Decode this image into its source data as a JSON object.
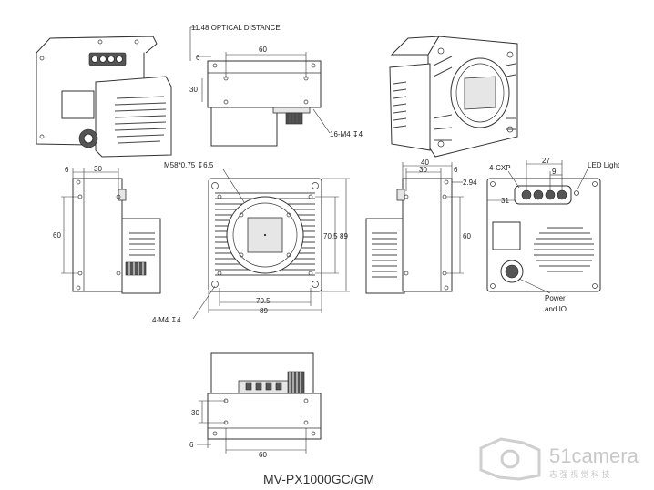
{
  "model": "MV-PX1000GC/GM",
  "watermark": {
    "brand": "51camera",
    "subtitle": "志 强 视 觉 科 技"
  },
  "dims": {
    "optical_distance": "11.48 OPTICAL DISTANCE",
    "top_w60": "60",
    "top_h30": "30",
    "top_6": "6",
    "screw_top": "16-M4 ↧4",
    "left_6": "6",
    "left_30": "30",
    "left_60": "60",
    "mount": "M58*0.75 ↧6.5",
    "front_705v": "70.5",
    "front_89v": "89",
    "front_705h": "70.5",
    "front_89h": "89",
    "screw_front": "4-M4 ↧4",
    "right_40": "40",
    "right_30": "30",
    "right_6": "6",
    "right_294": "2.94",
    "right_60": "60",
    "cxp": "4-CXP",
    "back_27": "27",
    "back_9": "9",
    "back_31": "31",
    "led": "LED Light",
    "power1": "Power",
    "power2": "and IO",
    "bot_30": "30",
    "bot_6": "6",
    "bot_60": "60"
  }
}
